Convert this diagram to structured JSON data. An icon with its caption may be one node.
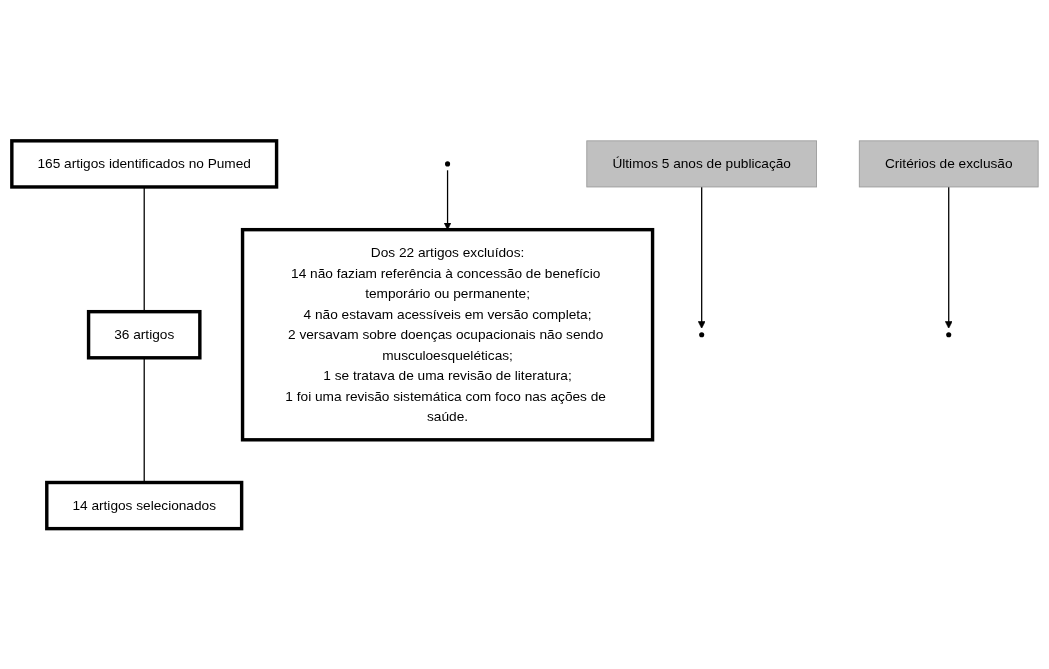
{
  "diagram": {
    "nodes": [
      {
        "text": [
          "165 artigos identificados no Pumed"
        ]
      },
      {
        "text": [
          "Últimos 5 anos de publicação"
        ]
      },
      {
        "text": [
          "36 artigos"
        ]
      },
      {
        "text": [
          "Critérios de exclusão"
        ]
      },
      {
        "text": [
          "Dos 22 artigos excluídos:",
          "14 não faziam referência à concessão de benefício temporário ou permanente;",
          "4 não estavam acessíveis em versão completa;",
          "2 versavam sobre doenças ocupacionais não sendo musculoesqueléticas;",
          "1 se tratava de uma revisão de literatura;",
          "1 foi uma revisão sistemática com foco nas ações de saúde."
        ]
      },
      {
        "text": [
          "14 artigos selecionados"
        ]
      }
    ],
    "edges": [
      {
        "from": 0,
        "to": 2,
        "arrow": "none"
      },
      {
        "from": 1,
        "to": null,
        "arrow": "to"
      },
      {
        "from": 3,
        "to": null,
        "arrow": "to"
      },
      {
        "from": 2,
        "to": 5,
        "arrow": "none"
      },
      {
        "from": null,
        "to": 4,
        "arrow": "to"
      }
    ]
  }
}
